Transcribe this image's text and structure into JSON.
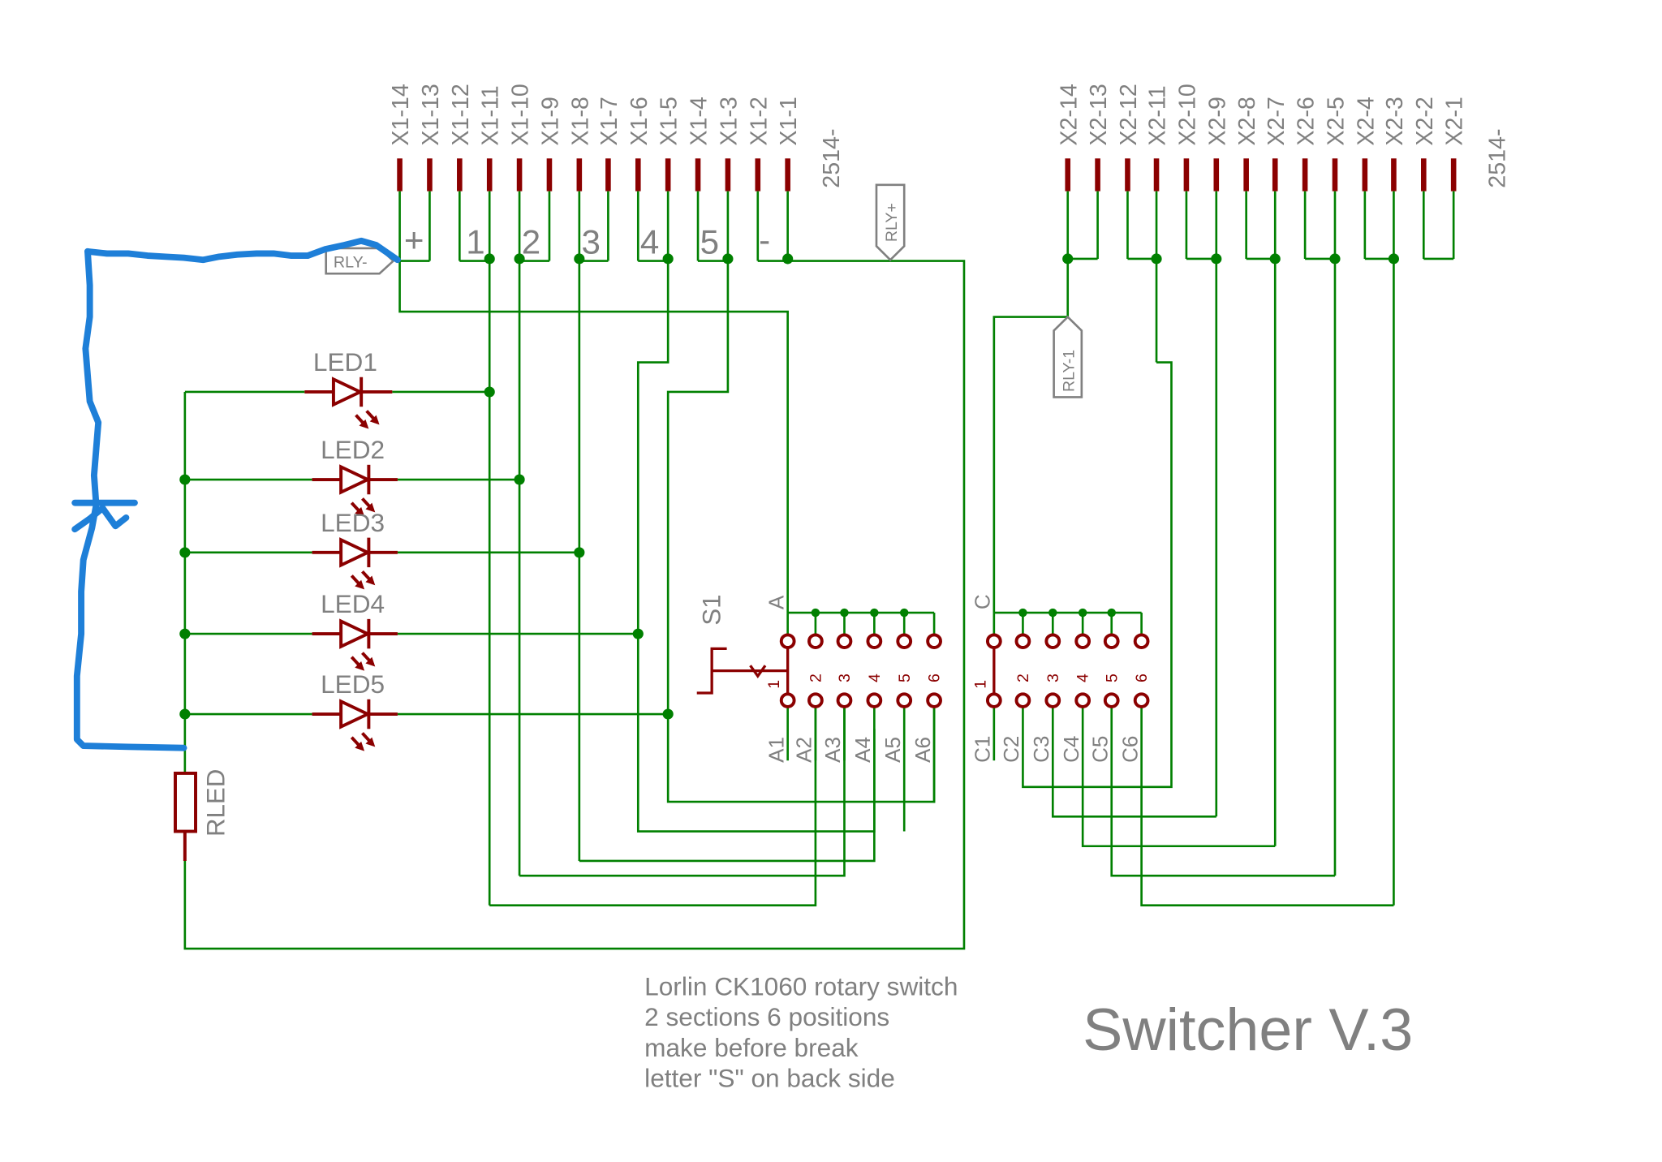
{
  "colors": {
    "wire": "#008000",
    "part": "#8B0000",
    "label": "#808080",
    "ink": "#1E7FD8",
    "background": "#FFFFFF"
  },
  "connectors": {
    "x1": {
      "name": "2514-",
      "pins": [
        "X1-14",
        "X1-13",
        "X1-12",
        "X1-11",
        "X1-10",
        "X1-9",
        "X1-8",
        "X1-7",
        "X1-6",
        "X1-5",
        "X1-4",
        "X1-3",
        "X1-2",
        "X1-1"
      ],
      "marks": [
        "+",
        "1",
        "2",
        "3",
        "4",
        "5",
        "-"
      ]
    },
    "x2": {
      "name": "2514-",
      "pins": [
        "X2-14",
        "X2-13",
        "X2-12",
        "X2-11",
        "X2-10",
        "X2-9",
        "X2-8",
        "X2-7",
        "X2-6",
        "X2-5",
        "X2-4",
        "X2-3",
        "X2-2",
        "X2-1"
      ]
    }
  },
  "net_labels": {
    "rly_minus": "RLY-",
    "rly_plus": "RLY+",
    "rly_1": "RLY-1"
  },
  "leds": [
    "LED1",
    "LED2",
    "LED3",
    "LED4",
    "LED5"
  ],
  "resistor": "RLED",
  "switch": {
    "name": "S1",
    "section_a": {
      "common": "A",
      "positions": [
        "1",
        "2",
        "3",
        "4",
        "5",
        "6"
      ],
      "outputs": [
        "A1",
        "A2",
        "A3",
        "A4",
        "A5",
        "A6"
      ]
    },
    "section_c": {
      "common": "C",
      "positions": [
        "1",
        "2",
        "3",
        "4",
        "5",
        "6"
      ],
      "outputs": [
        "C1",
        "C2",
        "C3",
        "C4",
        "C5",
        "C6"
      ]
    }
  },
  "notes": [
    "Lorlin CK1060 rotary switch",
    "2 sections 6 positions",
    "make before break",
    "letter \"S\" on back side"
  ],
  "title": "Switcher V.3"
}
